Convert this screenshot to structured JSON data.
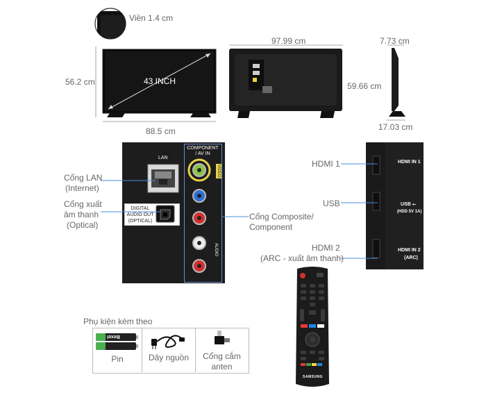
{
  "dimensions": {
    "bezel": "Viền 1.4 cm",
    "screen_label": "43 INCH",
    "height_front": "56.2 cm",
    "width_front": "88.5 cm",
    "width_back": "97.99 cm",
    "height_back": "59.66 cm",
    "depth_top": "7.73 cm",
    "depth_bottom": "17.03 cm"
  },
  "ports_panel": {
    "lan_header": "LAN",
    "component_header_1": "COMPONENT",
    "component_header_2": "/ AV IN",
    "video_tag": "VIDEO",
    "audio_tag": "AUDIO",
    "optical_line1": "DIGITAL",
    "optical_line2": "AUDIO OUT",
    "optical_line3": "(OPTICAL)"
  },
  "callouts": {
    "lan_1": "Cổng LAN",
    "lan_2": "(Internet)",
    "optical_1": "Cổng xuất",
    "optical_2": "âm thanh",
    "optical_3": "(Optical)",
    "composite_1": "Cổng Composite/",
    "composite_2": "Component",
    "hdmi1": "HDMI 1",
    "usb": "USB",
    "hdmi2_1": "HDMI 2",
    "hdmi2_2": "(ARC - xuất âm thanh)"
  },
  "side_ports": {
    "hdmi1_tag": "HDMI IN 1",
    "usb_tag_1": "USB ⭠",
    "usb_tag_2": "(HDD 5V 1A)",
    "hdmi2_tag_1": "HDMI IN 2",
    "hdmi2_tag_2": "(ARC)"
  },
  "accessories": {
    "title": "Phụ kiện kèm theo",
    "items": [
      {
        "label": "Pin"
      },
      {
        "label": "Dây nguồn"
      },
      {
        "label_1": "Cổng cắm",
        "label_2": "anten"
      }
    ],
    "battery_brand": "Bexel"
  },
  "remote": {
    "brand": "SAMSUNG"
  }
}
